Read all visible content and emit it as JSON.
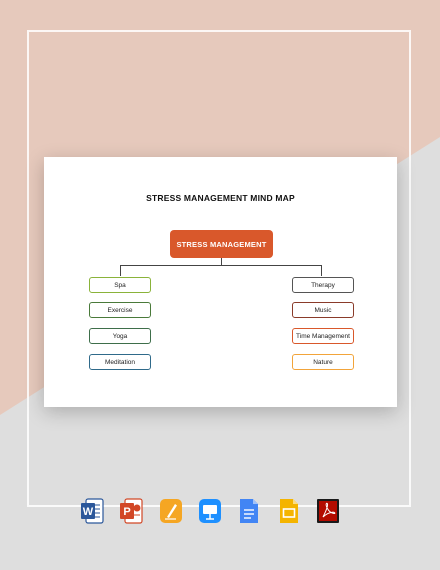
{
  "diagram": {
    "title": "STRESS MANAGEMENT MIND MAP",
    "root": "STRESS MANAGEMENT",
    "left": [
      {
        "label": "Spa",
        "color": "#8ab33a"
      },
      {
        "label": "Exercise",
        "color": "#4a7a3a"
      },
      {
        "label": "Yoga",
        "color": "#3e6e4a"
      },
      {
        "label": "Meditation",
        "color": "#2f6a8a"
      }
    ],
    "right": [
      {
        "label": "Therapy",
        "color": "#555555"
      },
      {
        "label": "Music",
        "color": "#8a3b2a"
      },
      {
        "label": "Time Management",
        "color": "#d9582b"
      },
      {
        "label": "Nature",
        "color": "#f2a43a"
      }
    ],
    "root_color": "#d9582b"
  },
  "formats": [
    {
      "icon": "word-icon",
      "color": "#2b579a"
    },
    {
      "icon": "powerpoint-icon",
      "color": "#d24726"
    },
    {
      "icon": "pages-icon",
      "color": "#f5a623"
    },
    {
      "icon": "keynote-icon",
      "color": "#1e90ff"
    },
    {
      "icon": "google-docs-icon",
      "color": "#4285f4"
    },
    {
      "icon": "google-slides-icon",
      "color": "#f4b400"
    },
    {
      "icon": "pdf-icon",
      "color": "#b30b00"
    }
  ]
}
